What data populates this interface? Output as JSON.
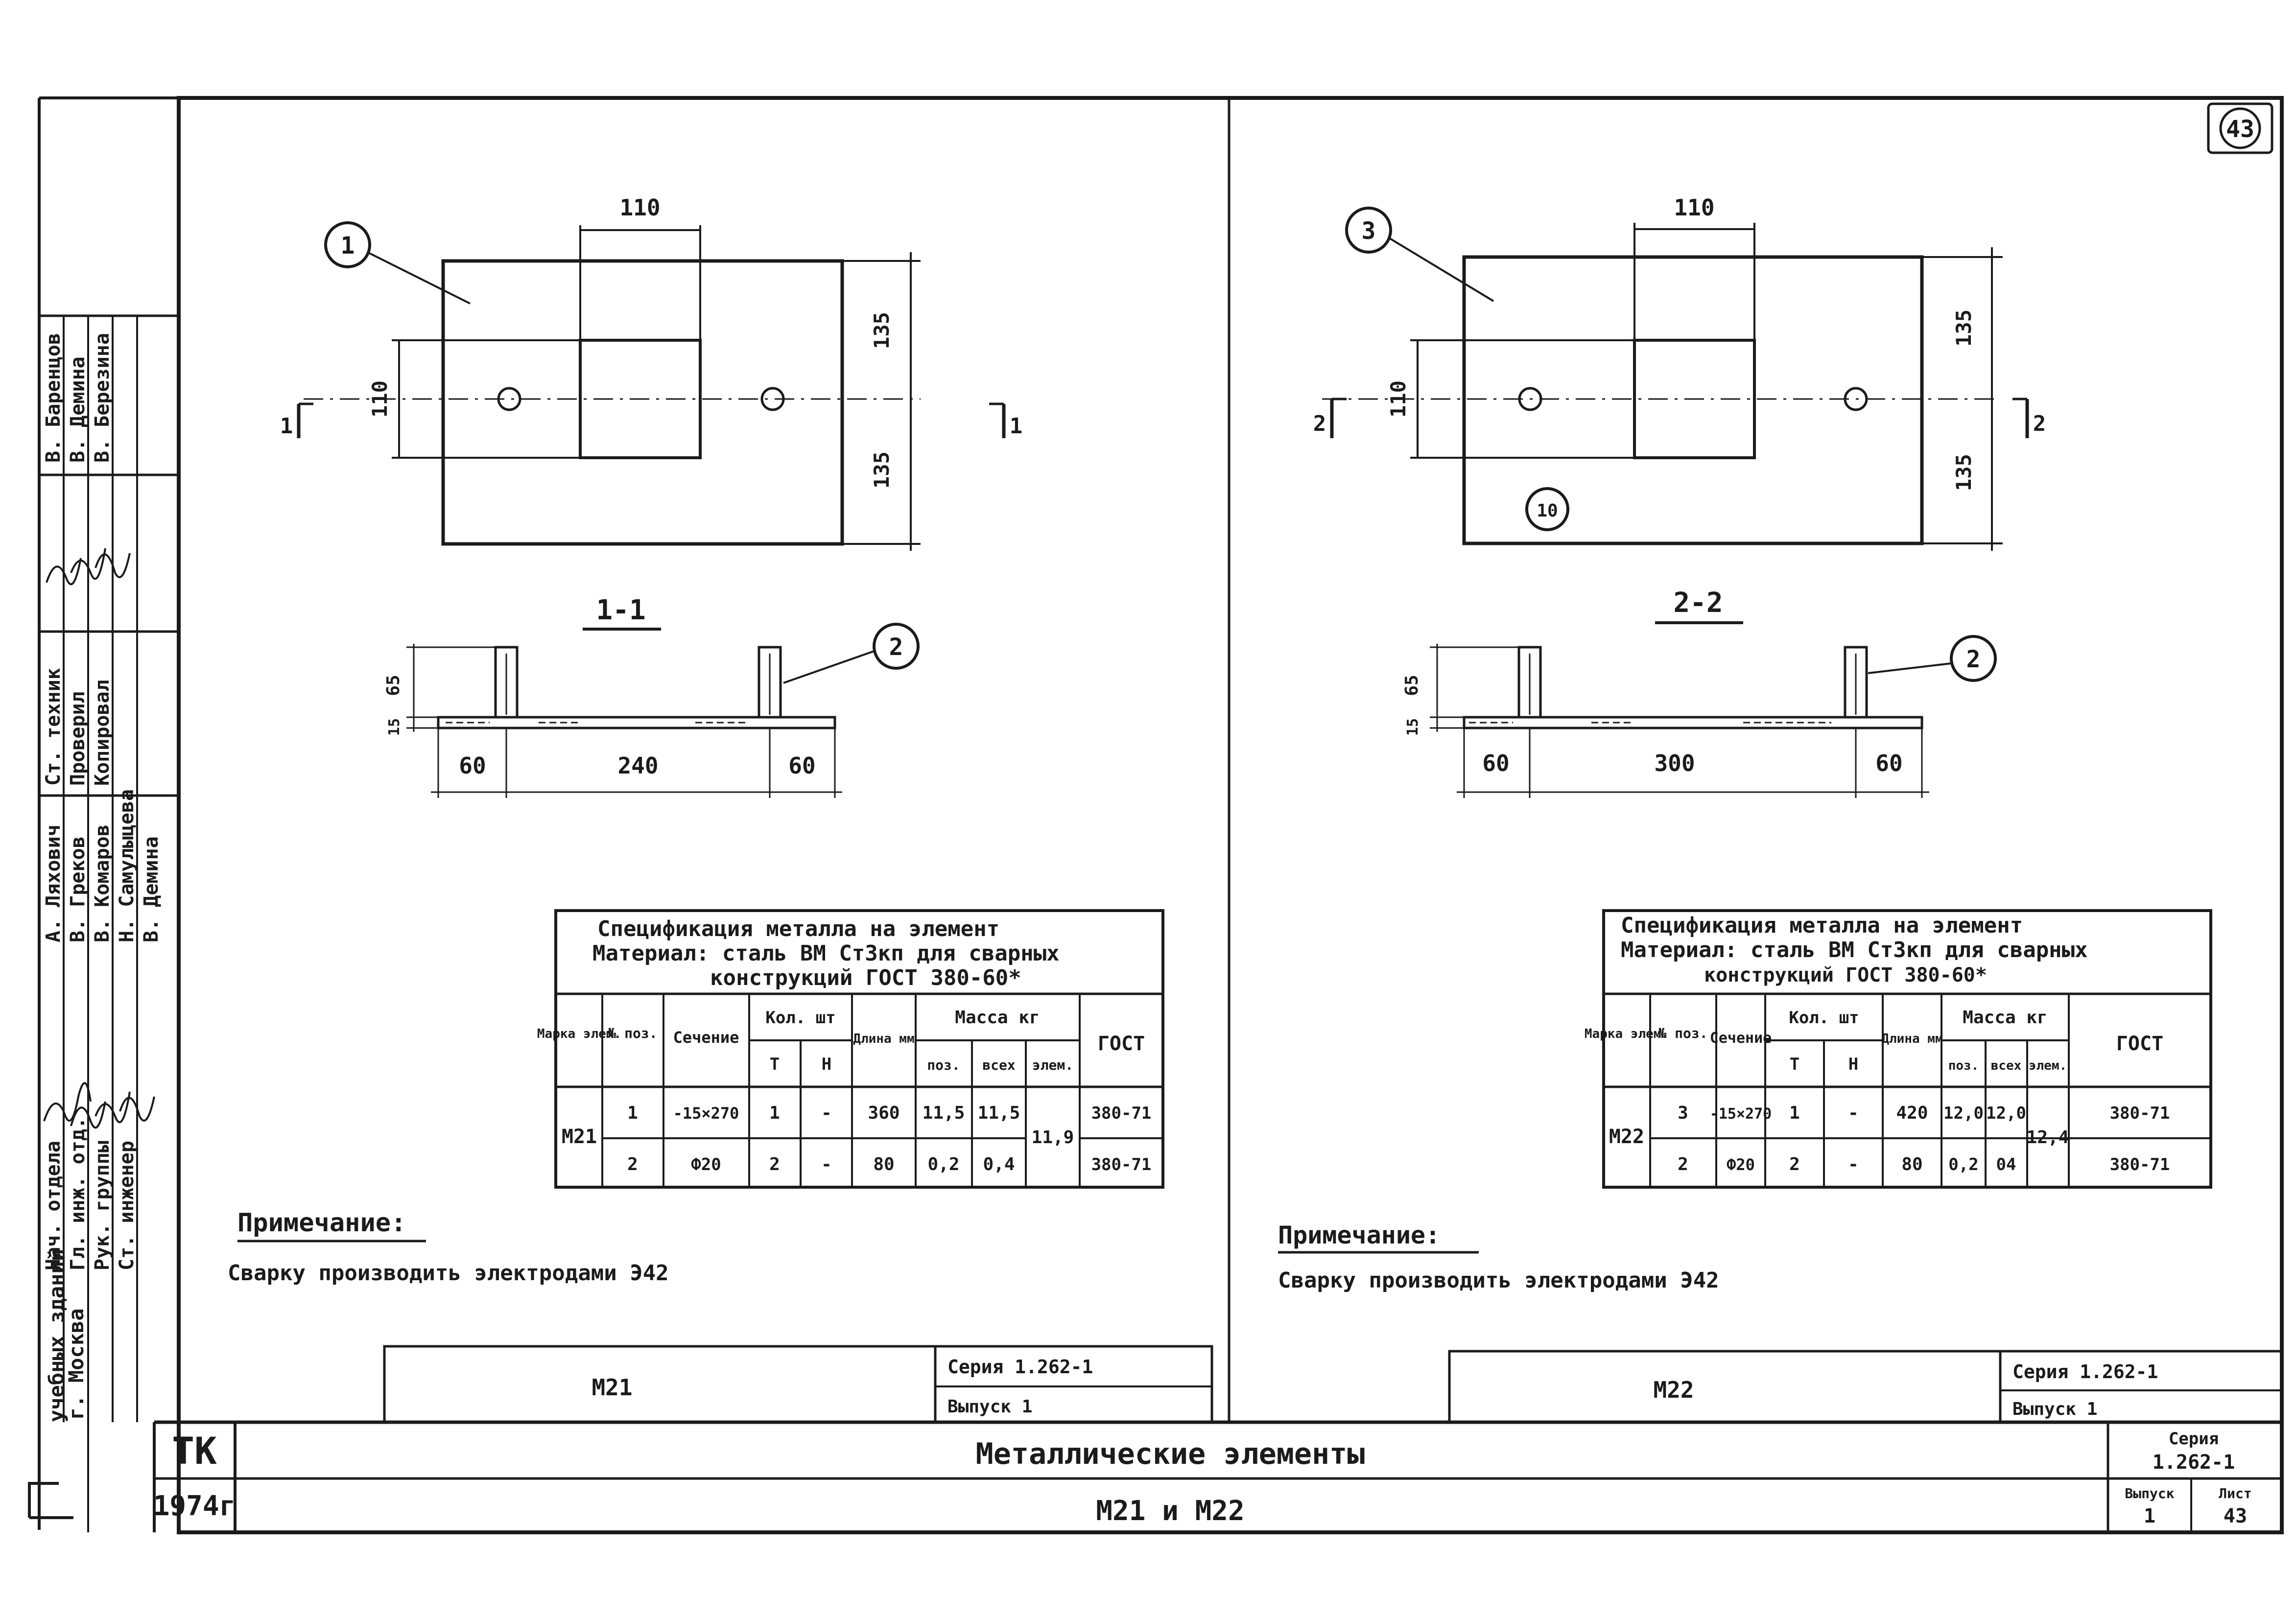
{
  "sheet_number": "43",
  "left_drawing": {
    "callout_plate": "1",
    "callout_anchor": "2",
    "dim_top": "110",
    "dim_left": "110",
    "dim_right_top": "135",
    "dim_right_bottom": "135",
    "section_mark": "1",
    "section_title": "1-1",
    "dim_vert_1": "65",
    "dim_vert_2": "15",
    "dim_bottom_left": "60",
    "dim_bottom_mid": "240",
    "dim_bottom_right": "60"
  },
  "right_drawing": {
    "callout_plate": "3",
    "callout_anchor": "2",
    "callout_thickness": "10",
    "dim_top": "110",
    "dim_left": "110",
    "dim_right_top": "135",
    "dim_right_bottom": "135",
    "section_mark": "2",
    "section_title": "2-2",
    "dim_vert_1": "65",
    "dim_vert_2": "15",
    "dim_bottom_left": "60",
    "dim_bottom_mid": "300",
    "dim_bottom_right": "60"
  },
  "spec_headers": {
    "line1": "Спецификация металла на элемент",
    "line2": "Материал: сталь ВМ Ст3кп для сварных",
    "line3": "конструкций ГОСТ 380-60*",
    "marka": "Марка элем.",
    "pos": "№ поз.",
    "section": "Сечение",
    "qty": "Кол. шт",
    "qty_t": "Т",
    "qty_n": "Н",
    "length": "Длина мм",
    "mass": "Масса кг",
    "mass_pos": "поз.",
    "mass_all": "всех",
    "mass_elem": "элем.",
    "gost": "ГОСТ"
  },
  "spec_left": {
    "mark": "М21",
    "elem_mass": "11,9",
    "rows": [
      {
        "pos": "1",
        "section": "-15×270",
        "t": "1",
        "n": "-",
        "len": "360",
        "m_pos": "11,5",
        "m_all": "11,5",
        "gost": "380-71"
      },
      {
        "pos": "2",
        "section": "Ф20",
        "t": "2",
        "n": "-",
        "len": "80",
        "m_pos": "0,2",
        "m_all": "0,4",
        "gost": "380-71"
      }
    ]
  },
  "spec_right": {
    "mark": "М22",
    "elem_mass": "12,4",
    "rows": [
      {
        "pos": "3",
        "section": "-15×270",
        "t": "1",
        "n": "-",
        "len": "420",
        "m_pos": "12,0",
        "m_all": "12,0",
        "gost": "380-71"
      },
      {
        "pos": "2",
        "section": "Ф20",
        "t": "2",
        "n": "-",
        "len": "80",
        "m_pos": "0,2",
        "m_all": "04",
        "gost": "380-71"
      }
    ]
  },
  "notes": {
    "title": "Примечание:",
    "text": "Сварку производить электродами Э42"
  },
  "sub_stamp_left": {
    "name": "М21",
    "series": "Серия 1.262-1",
    "issue": "Выпуск 1"
  },
  "sub_stamp_right": {
    "name": "М22",
    "series": "Серия 1.262-1",
    "issue": "Выпуск 1"
  },
  "main_stamp": {
    "org": "ТК",
    "year": "1974г",
    "title": "Металлические элементы",
    "subtitle": "М21 и М22",
    "series_label": "Серия",
    "series_value": "1.262-1",
    "issue_label": "Выпуск",
    "issue_value": "1",
    "sheet_label": "Лист",
    "sheet_value": "43"
  },
  "side_stamp": {
    "org_line1": "учебных зданий",
    "org_line2": "г. Москва",
    "roles": [
      "Нач. отдела",
      "Гл. инж. отд.",
      "Рук. группы",
      "Ст. инженер"
    ],
    "names": [
      "А. Ляхович",
      "В. Греков",
      "В. Комаров",
      "Н. Самулыцева",
      "В. Демина"
    ],
    "roles2": [
      "Ст. техник",
      "Проверил",
      "Копировал"
    ],
    "names2": [
      "В. Баренцов",
      "В. Демина",
      "В. Березина"
    ]
  }
}
